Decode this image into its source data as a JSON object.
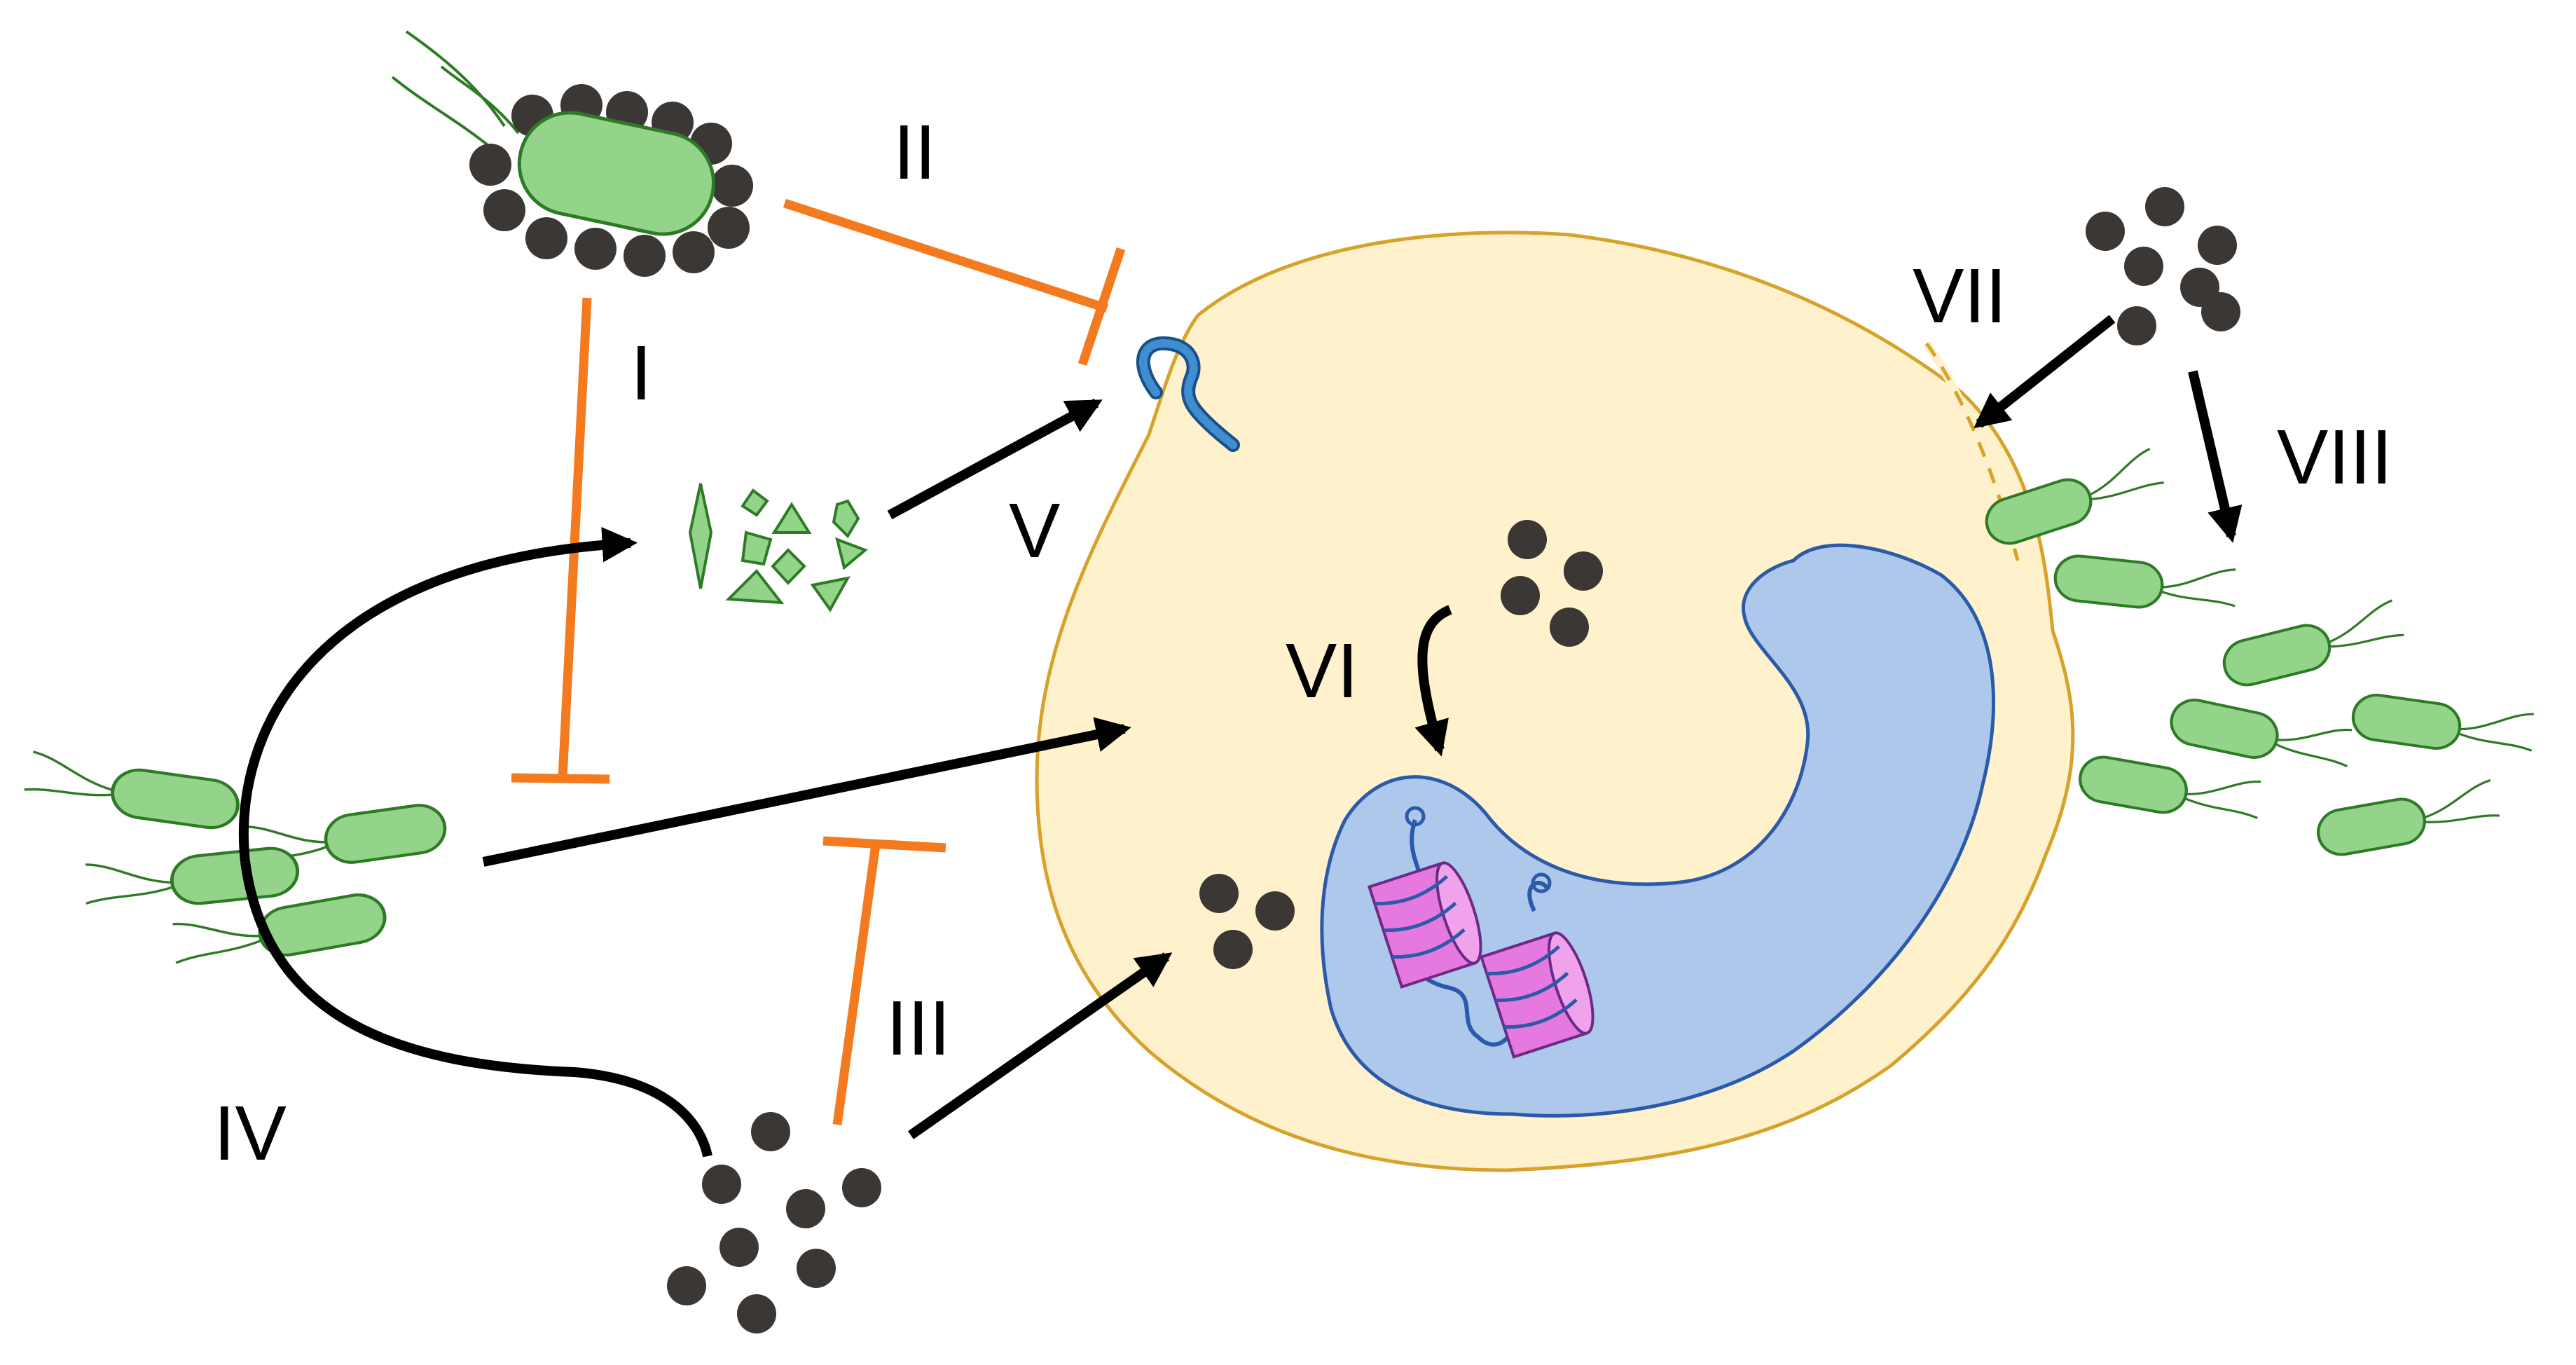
{
  "labels": {
    "I": "I",
    "II": "II",
    "III": "III",
    "IV": "IV",
    "V": "V",
    "VI": "VI",
    "VII": "VII",
    "VIII": "VIII"
  },
  "colors": {
    "bacteria_fill": "#93d48a",
    "bacteria_stroke": "#2f7a26",
    "particle": "#3a3734",
    "cell_fill": "#fff1cc",
    "cell_stroke": "#d6a22a",
    "nucleus_fill": "#adc8ea",
    "nucleus_stroke": "#2a5aa8",
    "histone": "#e679e0",
    "dna": "#2a5aa8",
    "receptor": "#3f8fd0",
    "inhibit_arrow": "#f47a20",
    "activate_arrow": "#000000"
  },
  "icons": [
    "bacterium",
    "particle",
    "pathogen-fragments",
    "receptor",
    "nucleus",
    "histone"
  ]
}
